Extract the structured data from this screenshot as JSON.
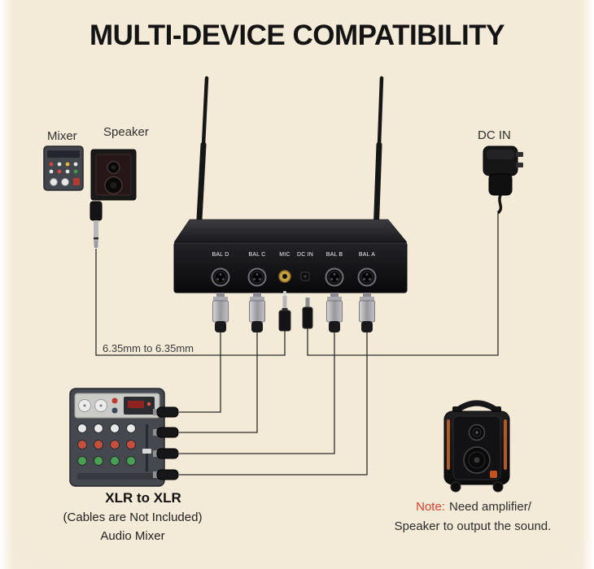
{
  "title": "MULTI-DEVICE COMPATIBILITY",
  "labels": {
    "mixer": "Mixer",
    "speaker": "Speaker",
    "dc_in": "DC IN",
    "cable_spec": "6.35mm to 6.35mm"
  },
  "receiver": {
    "ports": [
      {
        "label": "BAL D"
      },
      {
        "label": "BAL C"
      },
      {
        "label": "MIC"
      },
      {
        "label": "DC IN"
      },
      {
        "label": "BAL B"
      },
      {
        "label": "BAL A"
      }
    ]
  },
  "bottom_left": {
    "title": "XLR to XLR",
    "subtitle": "(Cables are Not Included)",
    "device": "Audio Mixer"
  },
  "note": {
    "prefix": "Note:",
    "line1": "Need amplifier/",
    "line2": "Speaker to output the sound."
  },
  "colors": {
    "background": "#f5ebd9",
    "note_red": "#d8402c",
    "line": "#2b2b2b",
    "title_text": "#141414"
  }
}
